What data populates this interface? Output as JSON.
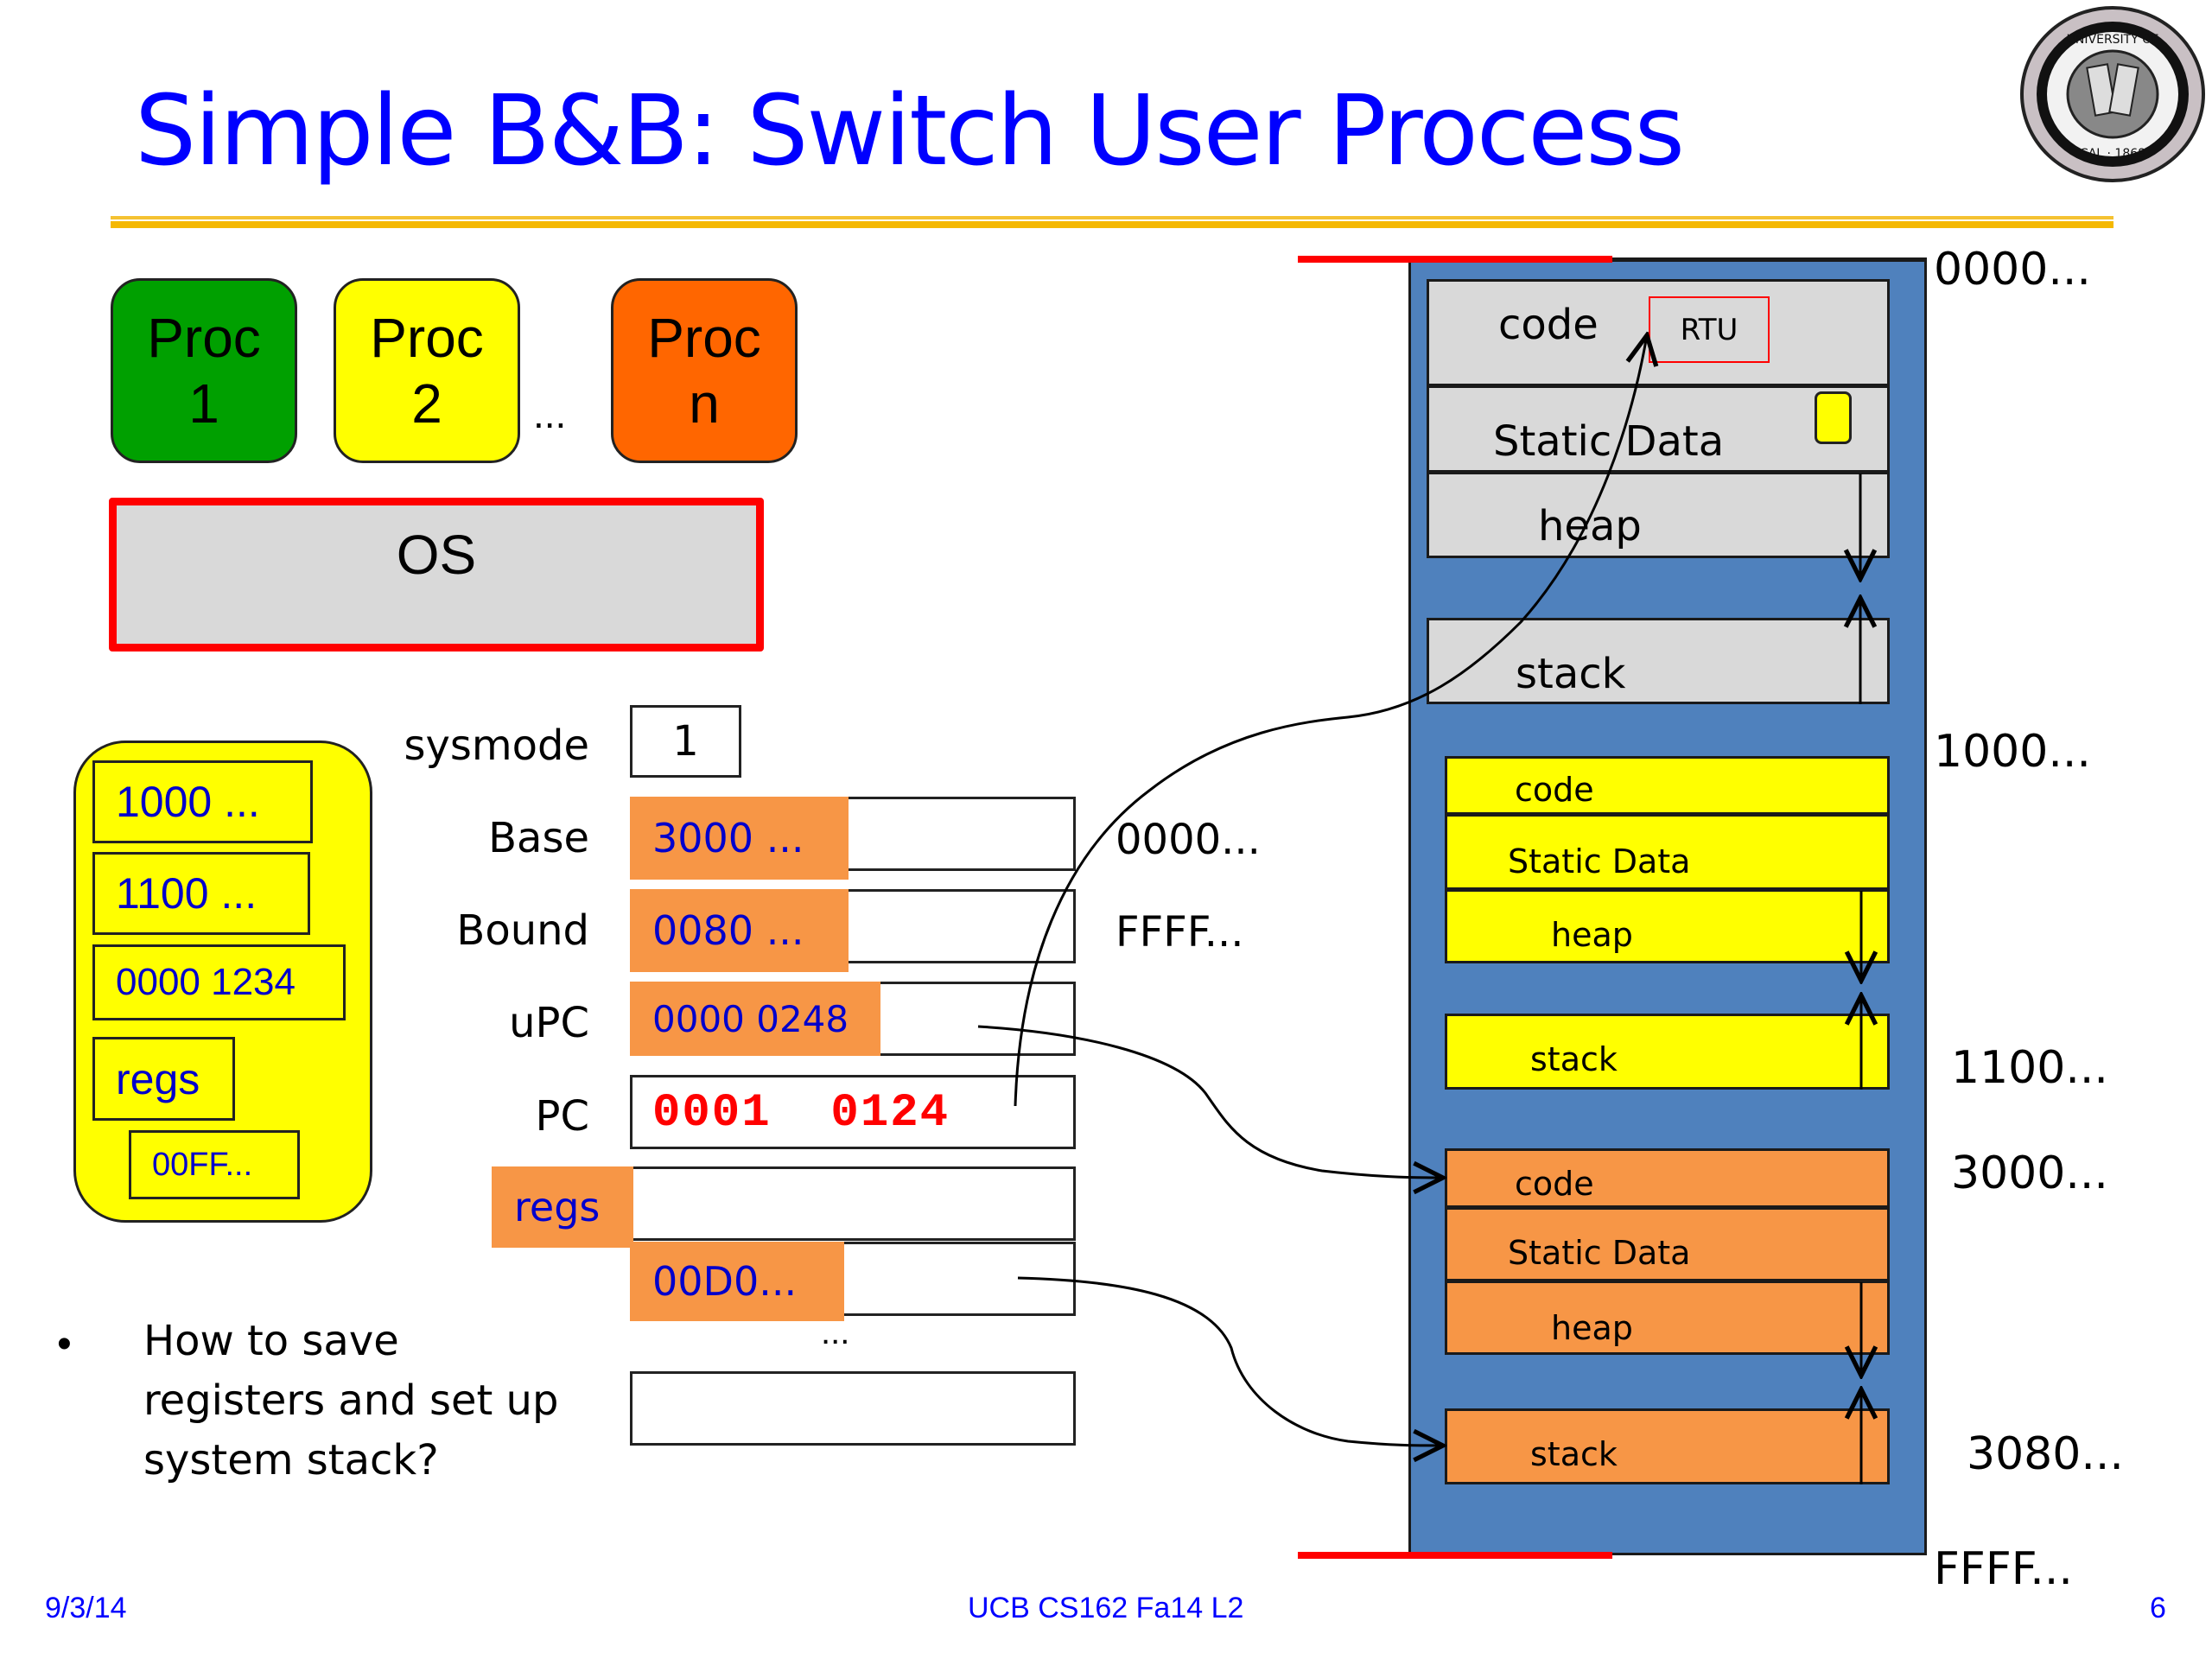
{
  "slide": {
    "title": "Simple B&B: Switch User Process",
    "logo_icon": "uc-seal-icon",
    "colors": {
      "title": "#0000FF",
      "rule": "#F5B800",
      "proc1": "#00A000",
      "proc2": "#FFFF00",
      "procn": "#FF6600",
      "os_fill": "#D9D9D9",
      "os_border": "#FF0000",
      "memory": "#4F81BD",
      "orange_fill": "#F79646",
      "pc_text": "#FF0000"
    }
  },
  "processes": [
    {
      "line1": "Proc",
      "line2": "1"
    },
    {
      "line1": "Proc",
      "line2": "2"
    },
    {
      "line1": "Proc",
      "line2": "n"
    }
  ],
  "process_ellipsis": "...",
  "os_label": "OS",
  "pcb": {
    "entries": [
      "1000 ...",
      "1100 ...",
      "0000 1234",
      "regs",
      "00FF..."
    ]
  },
  "registers": {
    "sysmode": {
      "label": "sysmode",
      "value": "1"
    },
    "base": {
      "label": "Base",
      "value": "3000 ...",
      "range_note": "0000..."
    },
    "bound": {
      "label": "Bound",
      "value": "0080 ...",
      "range_note": "FFFF..."
    },
    "upc": {
      "label": "uPC",
      "value": "0000 0248"
    },
    "pc": {
      "label": "PC",
      "value": "0001  0124"
    },
    "regs": {
      "label": "regs",
      "value": "00D0..."
    },
    "ellipsis": "..."
  },
  "bullet": {
    "lines": [
      "How to save",
      "registers and set up",
      "system stack?"
    ]
  },
  "memory": {
    "os_segments": [
      "code",
      "Static Data",
      "heap",
      "stack"
    ],
    "os_marker": "RTU",
    "proc2_segments": [
      "code",
      "Static Data",
      "heap",
      "stack"
    ],
    "procn_segments": [
      "code",
      "Static Data",
      "heap",
      "stack"
    ],
    "addresses": [
      "0000...",
      "1000...",
      "1100...",
      "3000...",
      "3080...",
      "FFFF..."
    ]
  },
  "footer": {
    "date": "9/3/14",
    "course": "UCB CS162 Fa14 L2",
    "page": "6"
  }
}
